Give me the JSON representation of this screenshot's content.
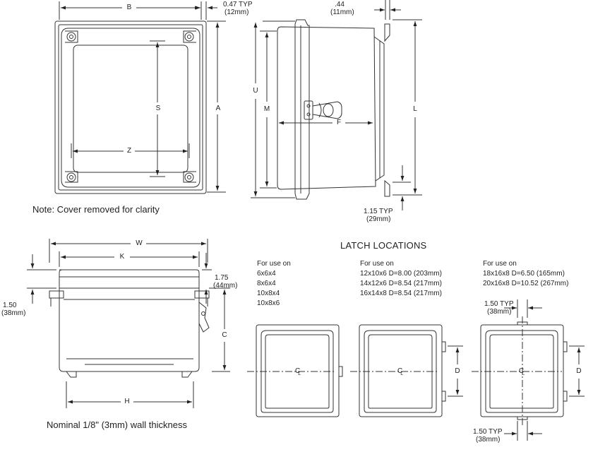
{
  "notes": {
    "cover": "Note: Cover removed for clarity",
    "wall": "Nominal 1/8\" (3mm) wall thickness"
  },
  "dims": {
    "b": "B",
    "a": "A",
    "s": "S",
    "z": "Z",
    "u": "U",
    "m": "M",
    "f": "F",
    "l": "L",
    "w": "W",
    "k": "K",
    "c": "C",
    "h": "H",
    "d1": "D",
    "d2": "D",
    "typ047": "0.47 TYP",
    "typ047mm": "(12mm)",
    "d44": ".44",
    "d44mm": "(11mm)",
    "typ115": "1.15 TYP",
    "typ115mm": "(29mm)",
    "d175": "1.75",
    "d175mm": "(44mm)",
    "d150": "1.50",
    "d150mm": "(38mm)",
    "typ150a": "1.50 TYP",
    "typ150amm": "(38mm)",
    "typ150b": "1.50 TYP",
    "typ150bmm": "(38mm)",
    "cl1": "C",
    "cl1s": "L",
    "cl2": "C",
    "cl2s": "L",
    "cl3": "C",
    "cl3s": "L"
  },
  "latch": {
    "title": "LATCH LOCATIONS",
    "groups": [
      {
        "heading": "For use on",
        "lines": [
          "6x6x4",
          "8x6x4",
          "10x8x4",
          "10x8x6"
        ]
      },
      {
        "heading": "For use on",
        "lines": [
          "12x10x6 D=8.00 (203mm)",
          "14x12x6 D=8.54 (217mm)",
          "16x14x8 D=8.54 (217mm)"
        ]
      },
      {
        "heading": "For use on",
        "lines": [
          "18x16x8 D=6.50 (165mm)",
          "20x16x8 D=10.52 (267mm)"
        ]
      }
    ]
  }
}
